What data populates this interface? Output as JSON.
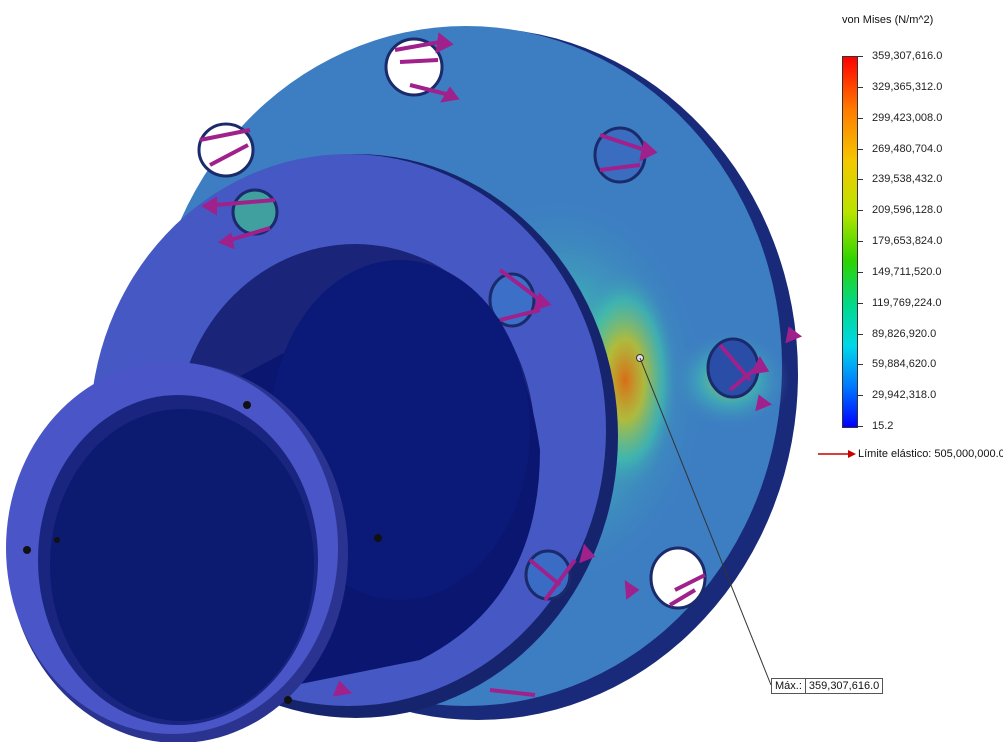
{
  "legend": {
    "title": "von Mises (N/m^2)",
    "ticks": [
      "359,307,616.0",
      "329,365,312.0",
      "299,423,008.0",
      "269,480,704.0",
      "239,538,432.0",
      "209,596,128.0",
      "179,653,824.0",
      "149,711,520.0",
      "119,769,224.0",
      "89,826,920.0",
      "59,884,620.0",
      "29,942,318.0",
      "15.2"
    ],
    "yield_label": "Límite elástico: 505,000,000.0",
    "colors": [
      "#ff0000",
      "#ff7a00",
      "#f5c800",
      "#b9e400",
      "#2ed400",
      "#00d98a",
      "#00d8e8",
      "#0078ff",
      "#0000ff"
    ]
  },
  "probe": {
    "label": "Máx.:",
    "value": "359,307,616.0"
  },
  "viewport": {
    "model_color": "#3a4ab8",
    "arrow_color": "#a0208c",
    "bore_color": "#0a1a78"
  }
}
